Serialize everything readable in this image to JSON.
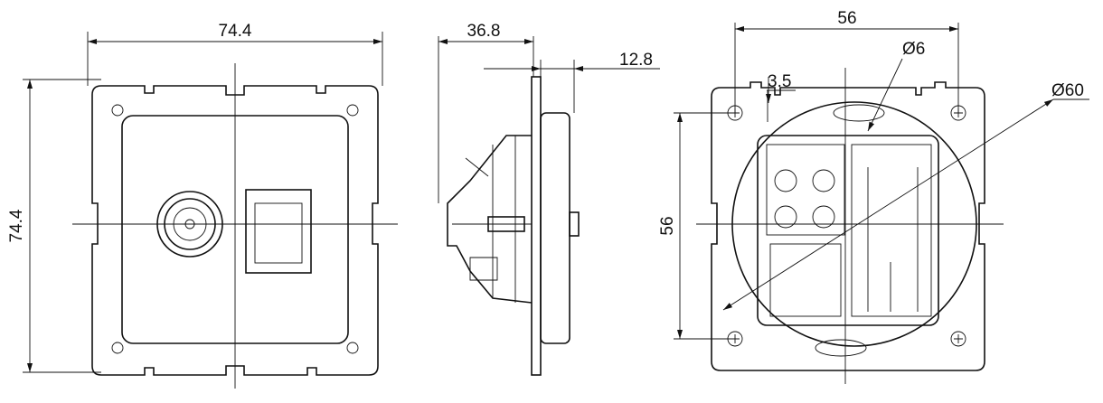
{
  "front_view": {
    "width_label": "74.4",
    "height_label": "74.4"
  },
  "side_view": {
    "depth_label": "36.8",
    "plate_depth_label": "12.8"
  },
  "rear_view": {
    "hole_spacing_h_label": "56",
    "hole_spacing_v_label": "56",
    "offset_label": "3.5",
    "hole_diameter_label": "Ø6",
    "body_diameter_label": "Ø60"
  }
}
